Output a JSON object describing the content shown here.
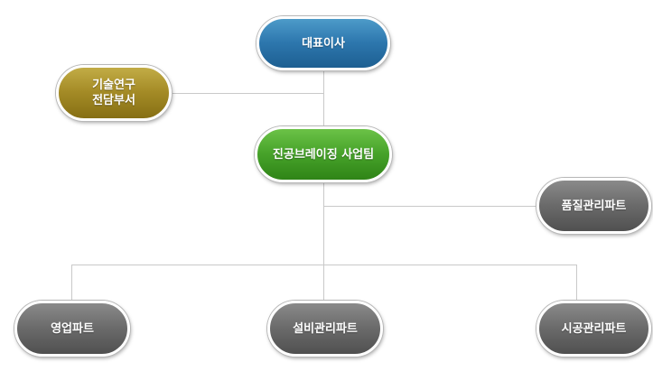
{
  "org_chart": {
    "ceo": {
      "label": "대표이사"
    },
    "rnd": {
      "label": "기술연구\n전담부서"
    },
    "business_team": {
      "label": "진공브레이징 사업팀"
    },
    "quality": {
      "label": "품질관리파트"
    },
    "sales": {
      "label": "영업파트"
    },
    "equipment": {
      "label": "설비관리파트"
    },
    "construction": {
      "label": "시공관리파트"
    }
  },
  "colors": {
    "ceo": "#2d77ae",
    "rnd": "#a48b26",
    "business_team": "#47a32a",
    "part": "#6b6b6b",
    "connector": "#c9c9c9"
  }
}
